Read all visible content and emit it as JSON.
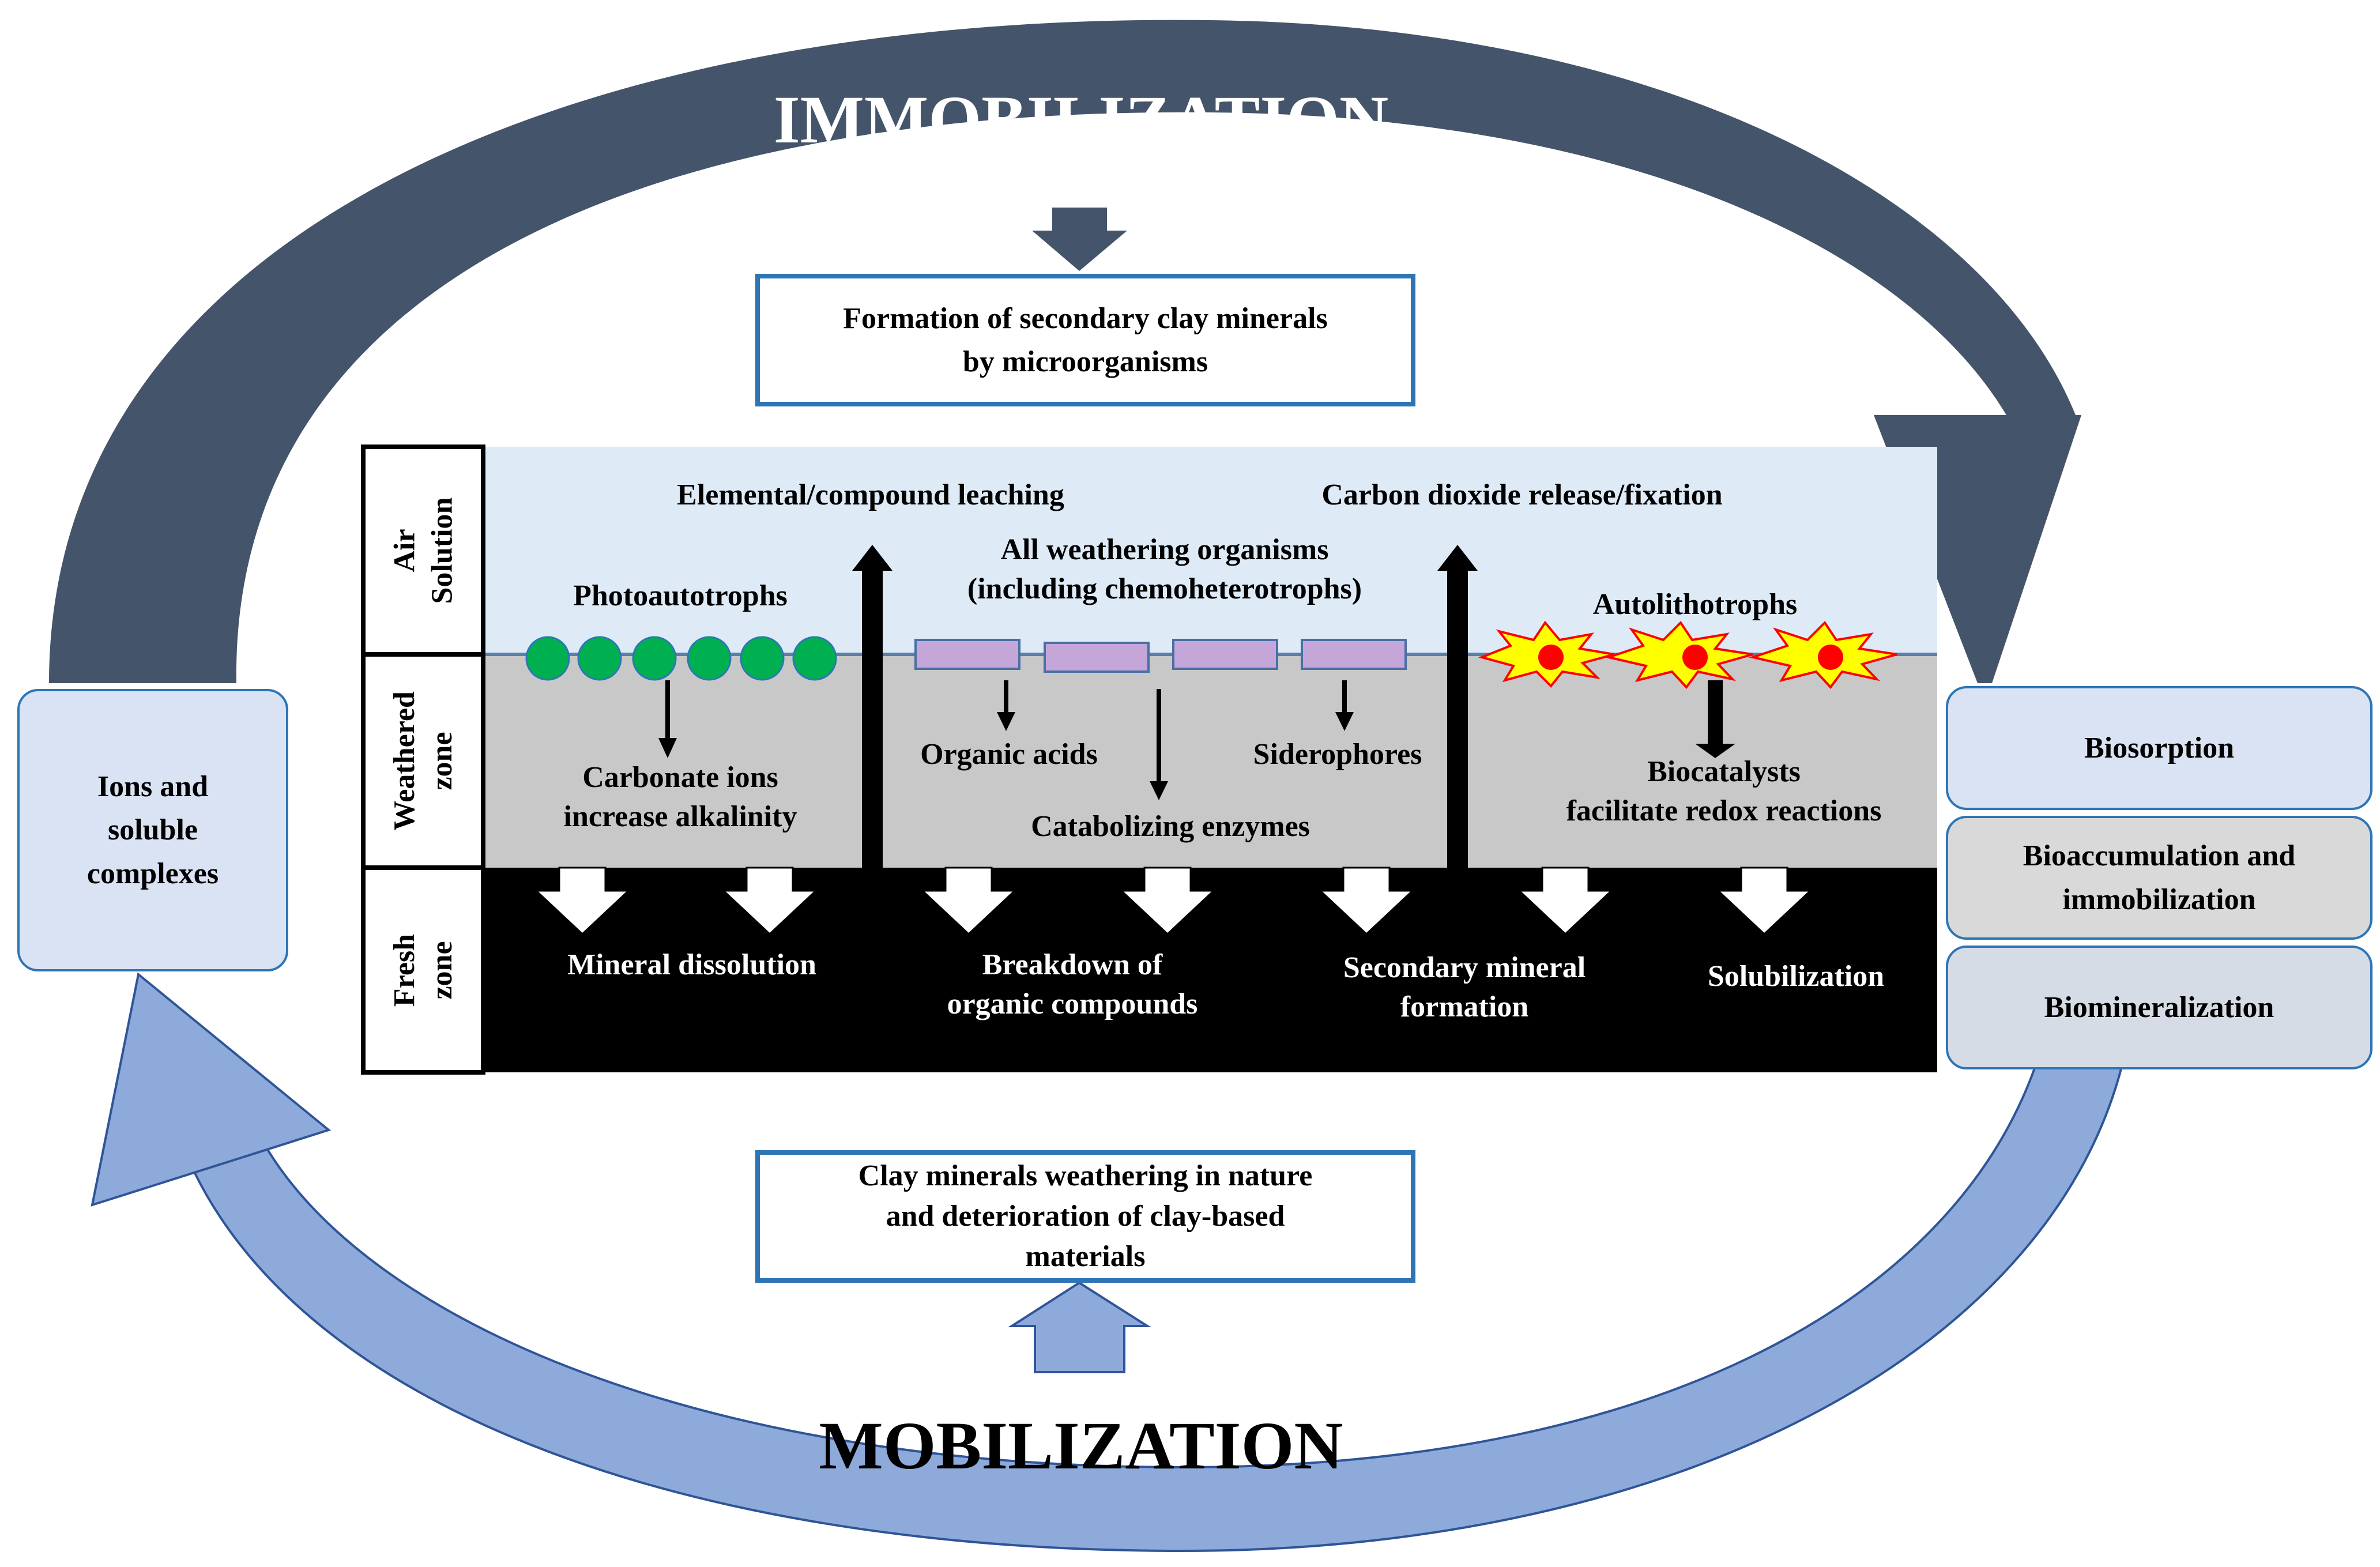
{
  "cycle": {
    "top_title": "IMMOBILIZATION",
    "bottom_title": "MOBILIZATION"
  },
  "boxes": {
    "top": "Formation of secondary clay minerals\nby microorganisms",
    "bottom": "Clay minerals weathering in nature\nand deterioration of clay-based\nmaterials",
    "left": "Ions and\nsoluble\ncomplexes",
    "right": [
      "Biosorption",
      "Bioaccumulation and\nimmobilization",
      "Biomineralization"
    ]
  },
  "zones": {
    "air": "Air\nSolution",
    "weathered": "Weathered\nzone",
    "fresh": "Fresh\nzone"
  },
  "air_labels": {
    "leaching": "Elemental/compound leaching",
    "co2": "Carbon dioxide release/fixation",
    "photo": "Photoautotrophs",
    "all_weathering": "All weathering organisms\n(including chemoheterotrophs)",
    "autolitho": "Autolithotrophs"
  },
  "weathered_labels": {
    "carbonate": "Carbonate ions\nincrease alkalinity",
    "organic_acids": "Organic acids",
    "siderophores": "Siderophores",
    "catabolizing": "Catabolizing enzymes",
    "biocatalysts": "Biocatalysts\nfacilitate redox reactions"
  },
  "fresh_labels": {
    "dissolution": "Mineral dissolution",
    "breakdown": "Breakdown of\norganic compounds",
    "secondary": "Secondary mineral\nformation",
    "solubilization": "Solubilization"
  },
  "colors": {
    "immobilization_arc": "#44546a",
    "mobilization_arc": "#8eaadb",
    "air_zone": "#deebf7",
    "weathered_zone": "#c8c8c8",
    "fresh_zone": "#000000",
    "box_border": "#2e75b6",
    "photoautotroph": "#00b050",
    "organism_bar": "#c5a6d8",
    "autolithotroph_outer": "#ffff00",
    "autolithotroph_inner": "#ff0000"
  }
}
